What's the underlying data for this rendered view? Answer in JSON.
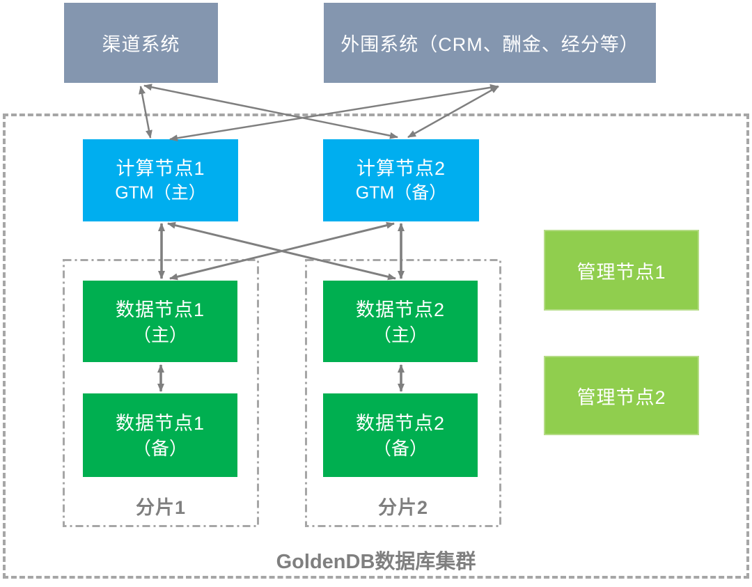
{
  "external_systems": [
    {
      "label": "渠道系统"
    },
    {
      "label": "外围系统（CRM、酬金、经分等）"
    }
  ],
  "cluster": {
    "title": "GoldenDB数据库集群",
    "compute_nodes": [
      {
        "name": "计算节点1",
        "role": "GTM（主）"
      },
      {
        "name": "计算节点2",
        "role": "GTM（备）"
      }
    ],
    "shards": [
      {
        "label": "分片1",
        "primary": {
          "name": "数据节点1",
          "role": "（主）"
        },
        "standby": {
          "name": "数据节点1",
          "role": "（备）"
        }
      },
      {
        "label": "分片2",
        "primary": {
          "name": "数据节点2",
          "role": "（主）"
        },
        "standby": {
          "name": "数据节点2",
          "role": "（备）"
        }
      }
    ],
    "management_nodes": [
      {
        "label": "管理节点1"
      },
      {
        "label": "管理节点2"
      }
    ]
  },
  "colors": {
    "external": "#8496AF",
    "compute": "#00AEEF",
    "data_node": "#00AF50",
    "management": "#90CE4E",
    "arrow": "#7F7F7F",
    "dashed": "#A6A6A6",
    "label": "#7F7F7F"
  }
}
